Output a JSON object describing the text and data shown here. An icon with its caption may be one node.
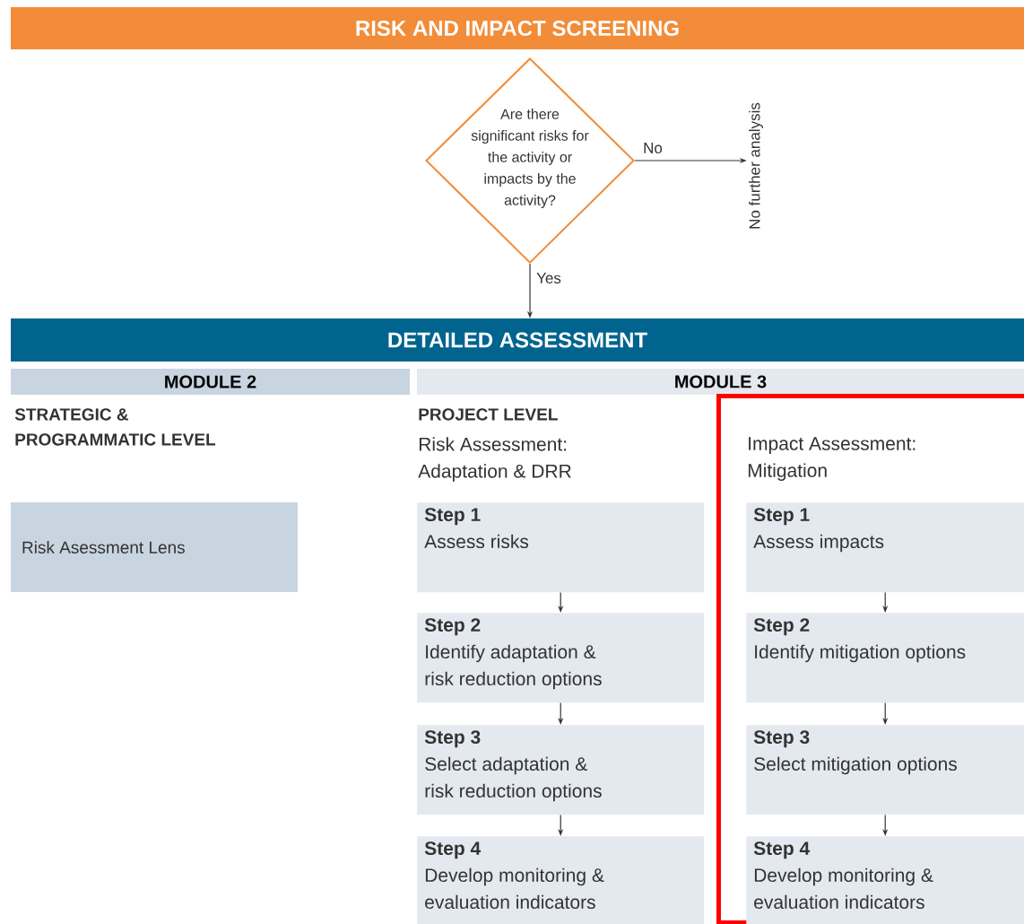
{
  "diagram": {
    "title": "RISK AND IMPACT SCREENING",
    "nodes": [
      {
        "text": [
          "Are there significant risks for the activity or impacts by the activity?"
        ]
      },
      {
        "text": [
          "No further analysis"
        ]
      },
      {
        "text": [
          "DETAILED ASSESSMENT"
        ]
      },
      {
        "text": [
          "MODULE 2"
        ]
      },
      {
        "text": [
          "MODULE 3"
        ]
      },
      {
        "text": [
          "Risk Asessment Lens"
        ]
      },
      {
        "text": [
          "Step 1",
          "Assess risks"
        ]
      },
      {
        "text": [
          "Step 2",
          "Identify adaptation & risk reduction options"
        ]
      },
      {
        "text": [
          "Step 3",
          "Select adaptation & risk reduction options"
        ]
      },
      {
        "text": [
          "Step 4",
          "Develop monitoring & evaluation indicators"
        ]
      },
      {
        "text": [],
        "shape": "box"
      },
      {
        "text": [
          "Step 1",
          "Assess impacts"
        ],
        "in": 10
      },
      {
        "text": [
          "Step 2",
          "Identify mitigation options"
        ],
        "in": 10
      },
      {
        "text": [
          "Step 3",
          "Select mitigation options"
        ],
        "in": 10
      },
      {
        "text": [
          "Step 4",
          "Develop monitoring & evaluation indicators"
        ],
        "in": 10
      }
    ],
    "edges": [
      {
        "from": 0,
        "to": 1,
        "arrow": "to",
        "label": "No"
      },
      {
        "from": 0,
        "to": 2,
        "arrow": "to",
        "label": "Yes"
      },
      {
        "from": 6,
        "to": 7,
        "arrow": "to"
      },
      {
        "from": 7,
        "to": 8,
        "arrow": "to"
      },
      {
        "from": 8,
        "to": 9,
        "arrow": "to"
      },
      {
        "from": 11,
        "to": 12,
        "arrow": "to"
      },
      {
        "from": 12,
        "to": 13,
        "arrow": "to"
      },
      {
        "from": 13,
        "to": 14,
        "arrow": "to"
      }
    ],
    "labels": [
      "STRATEGIC & PROGRAMMATIC LEVEL",
      "PROJECT LEVEL",
      "Risk Assessment: Adaptation & DRR",
      "Impact Assessment: Mitigation"
    ]
  }
}
